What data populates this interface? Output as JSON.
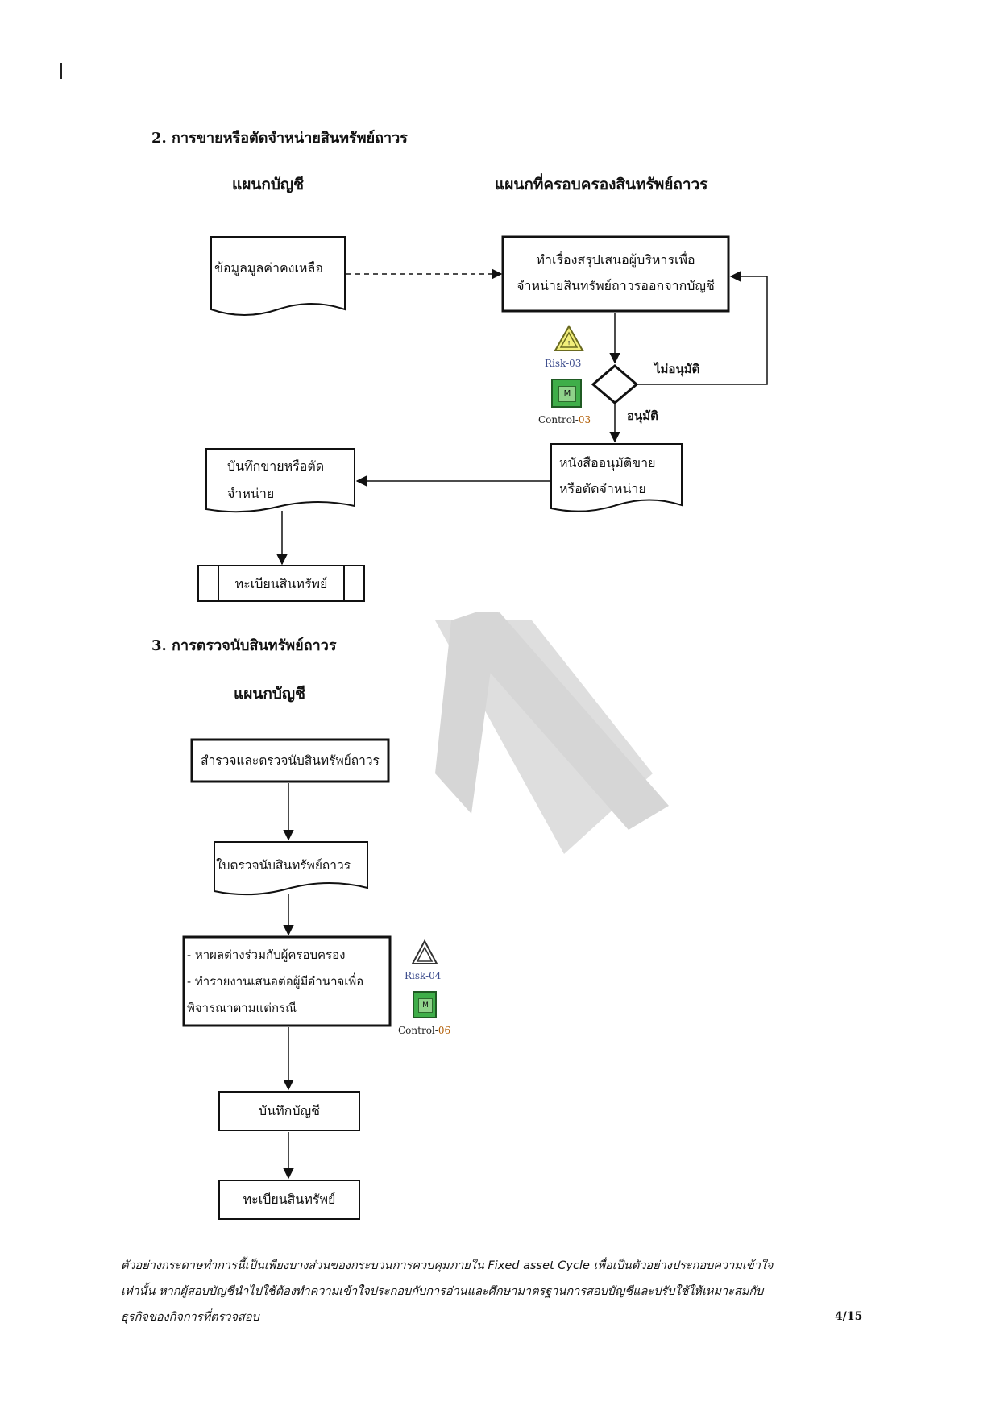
{
  "section2": {
    "title": "2.  การขายหรือตัดจำหน่ายสินทรัพย์ถาวร",
    "col_accounting": "แผนกบัญชี",
    "col_asset_dept": "แผนกที่ครอบครองสินทรัพย์ถาวร",
    "doc_remaining_value": "ข้อมูลมูลค่าคงเหลือ",
    "proposal_line1": "ทำเรื่องสรุปเสนอผู้บริหารเพื่อ",
    "proposal_line2": "จำหน่ายสินทรัพย์ถาวรออกจากบัญชี",
    "not_approved": "ไม่อนุมัติ",
    "approved": "อนุมัติ",
    "risk_label": "Risk-03",
    "control_prefix": "Control-",
    "control_num": "03",
    "approval_doc_line1": "หนังสืออนุมัติขาย",
    "approval_doc_line2": "หรือตัดจำหน่าย",
    "record_line1": "บันทึกขายหรือตัด",
    "record_line2": "จำหน่าย",
    "asset_register": "ทะเบียนสินทรัพย์"
  },
  "section3": {
    "title": "3.  การตรวจนับสินทรัพย์ถาวร",
    "col_accounting": "แผนกบัญชี",
    "survey": "สำรวจและตรวจนับสินทรัพย์ถาวร",
    "count_sheet": "ใบตรวจนับสินทรัพย์ถาวร",
    "diff_line1": "- หาผลต่างร่วมกับผู้ครอบครอง",
    "diff_line2": "- ทำรายงานเสนอต่อผู้มีอำนาจเพื่อ",
    "diff_line3": "พิจารณาตามแต่กรณี",
    "risk_label": "Risk-04",
    "control_prefix": "Control-",
    "control_num": "06",
    "record_accounting": "บันทึกบัญชี",
    "asset_register": "ทะเบียนสินทรัพย์"
  },
  "icon_letter": "M",
  "footer": {
    "line1": "ตัวอย่างกระดาษทำการนี้เป็นเพียงบางส่วนของกระบวนการควบคุมภายใน Fixed asset Cycle เพื่อเป็นตัวอย่างประกอบความเข้าใจ",
    "line2": "เท่านั้น หากผู้สอบบัญชีนำไปใช้ต้องทำความเข้าใจประกอบกับการอ่านและศึกษามาตรฐานการสอบบัญชีและปรับใช้ให้เหมาะสมกับ",
    "line3": "ธุรกิจของกิจการที่ตรวจสอบ",
    "page": "4/15"
  },
  "watermark_letter": "A",
  "colors": {
    "warning_fill": "#f2ee7a",
    "control_fill": "#3fae49",
    "watermark": "#d9d9d9"
  }
}
